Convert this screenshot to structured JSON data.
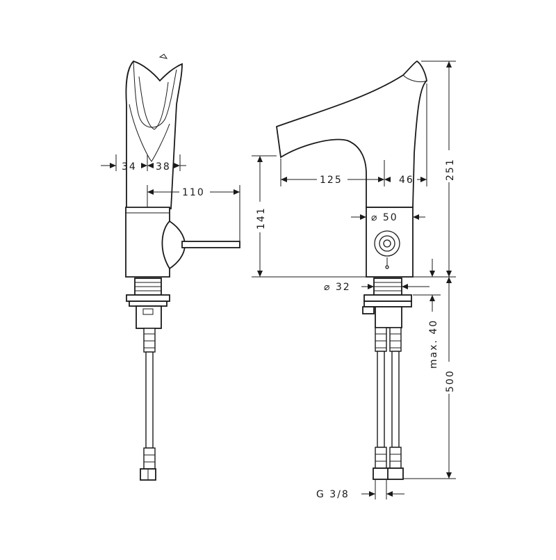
{
  "dimensions": {
    "front_width_left": "34",
    "front_width_right": "38",
    "front_lever_offset": "110",
    "side_spout_reach": "125",
    "side_spout_tip": "46",
    "side_total_height": "251",
    "side_body_height": "141",
    "side_body_diameter": "⌀ 50",
    "side_shank_diameter": "⌀ 32",
    "side_deck_thickness": "max. 40",
    "side_hose_length": "500",
    "side_thread": "G 3/8"
  }
}
